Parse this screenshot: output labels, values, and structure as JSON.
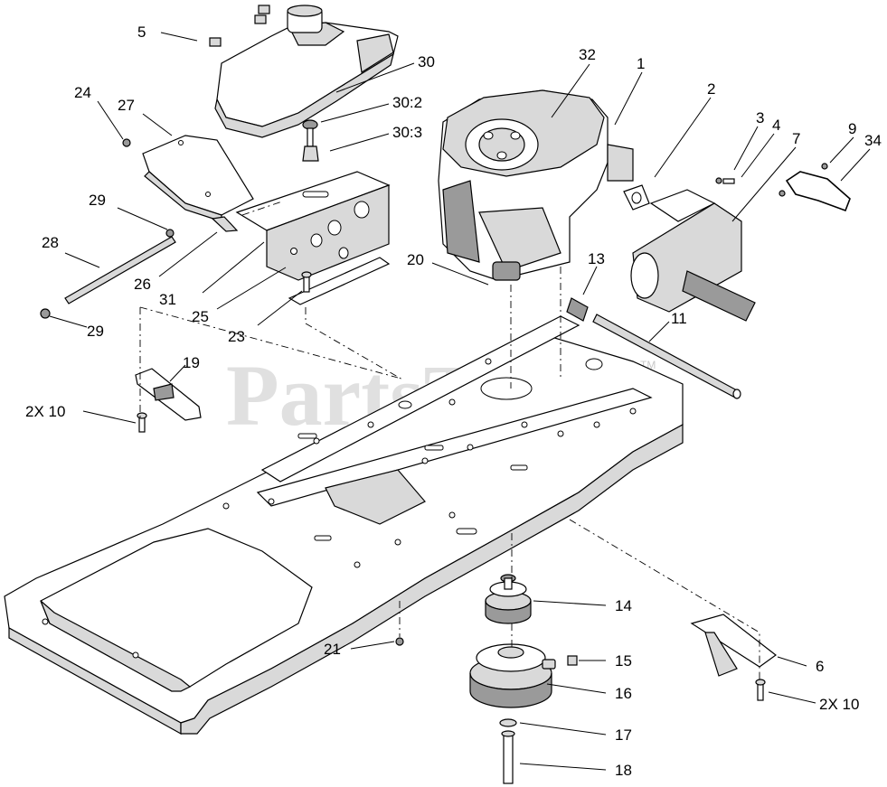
{
  "watermark": {
    "text": "PartsTree",
    "tm": "TM"
  },
  "callouts": [
    {
      "id": "c5",
      "text": "5"
    },
    {
      "id": "c30",
      "text": "30"
    },
    {
      "id": "c30-2",
      "text": "30:2"
    },
    {
      "id": "c30-3",
      "text": "30:3"
    },
    {
      "id": "c24",
      "text": "24"
    },
    {
      "id": "c27",
      "text": "27"
    },
    {
      "id": "c32",
      "text": "32"
    },
    {
      "id": "c1",
      "text": "1"
    },
    {
      "id": "c2",
      "text": "2"
    },
    {
      "id": "c3",
      "text": "3"
    },
    {
      "id": "c4",
      "text": "4"
    },
    {
      "id": "c7",
      "text": "7"
    },
    {
      "id": "c9",
      "text": "9"
    },
    {
      "id": "c34",
      "text": "34"
    },
    {
      "id": "c29a",
      "text": "29"
    },
    {
      "id": "c28",
      "text": "28"
    },
    {
      "id": "c26",
      "text": "26"
    },
    {
      "id": "c31",
      "text": "31"
    },
    {
      "id": "c25",
      "text": "25"
    },
    {
      "id": "c29b",
      "text": "29"
    },
    {
      "id": "c23",
      "text": "23"
    },
    {
      "id": "c20",
      "text": "20"
    },
    {
      "id": "c13",
      "text": "13"
    },
    {
      "id": "c11",
      "text": "11"
    },
    {
      "id": "c19",
      "text": "19"
    },
    {
      "id": "c2x10a",
      "text": "2X 10"
    },
    {
      "id": "c14",
      "text": "14"
    },
    {
      "id": "c15",
      "text": "15"
    },
    {
      "id": "c16",
      "text": "16"
    },
    {
      "id": "c6",
      "text": "6"
    },
    {
      "id": "c2x10b",
      "text": "2X 10"
    },
    {
      "id": "c21",
      "text": "21"
    },
    {
      "id": "c17",
      "text": "17"
    },
    {
      "id": "c18",
      "text": "18"
    }
  ]
}
